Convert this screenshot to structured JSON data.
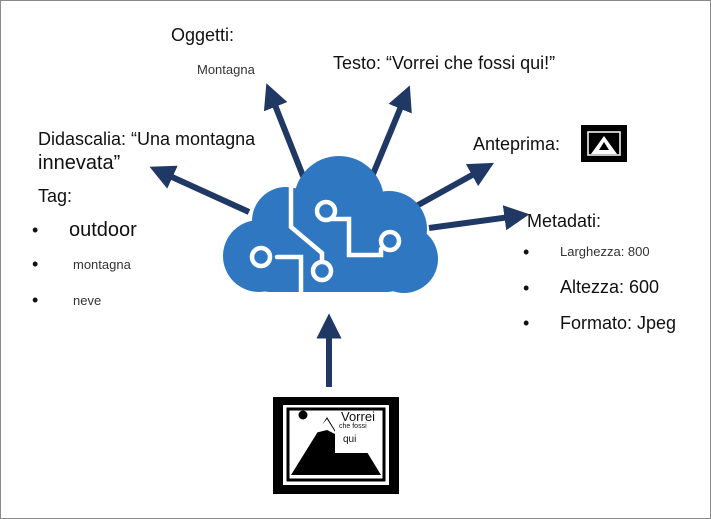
{
  "objects": {
    "title": "Oggetti:",
    "items": [
      "Montagna"
    ]
  },
  "text": {
    "label": "Testo: “Vorrei che fossi qui!”"
  },
  "caption": {
    "line1": "Didascalia: “Una montagna",
    "line2": "innevata”"
  },
  "preview": {
    "label": "Anteprima:"
  },
  "tags": {
    "title": "Tag:",
    "items": [
      "outdoor",
      "montagna",
      "neve"
    ]
  },
  "metadata": {
    "title": "Metadati:",
    "items": [
      "Larghezza: 800",
      "Altezza: 600",
      "Formato: Jpeg"
    ]
  },
  "photo": {
    "text_line1": "Vorrei",
    "text_line2": "che fossi",
    "text_line3": "qui"
  },
  "bullet": "•",
  "colors": {
    "arrow": "#1f3864",
    "cloud": "#2f77c0",
    "circuit": "#ffffff"
  }
}
